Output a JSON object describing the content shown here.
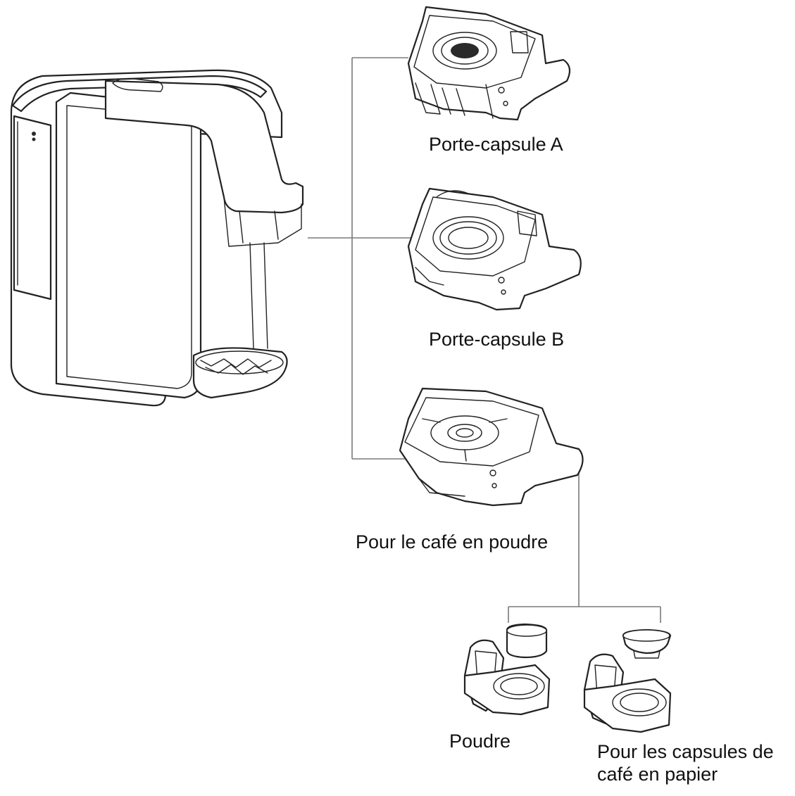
{
  "labels": {
    "holder_a": "Porte-capsule A",
    "holder_b": "Porte-capsule B",
    "ground_coffee": "Pour le café en poudre",
    "powder": "Poudre",
    "paper_pods_line1": "Pour les capsules de",
    "paper_pods_line2": "café en papier"
  }
}
